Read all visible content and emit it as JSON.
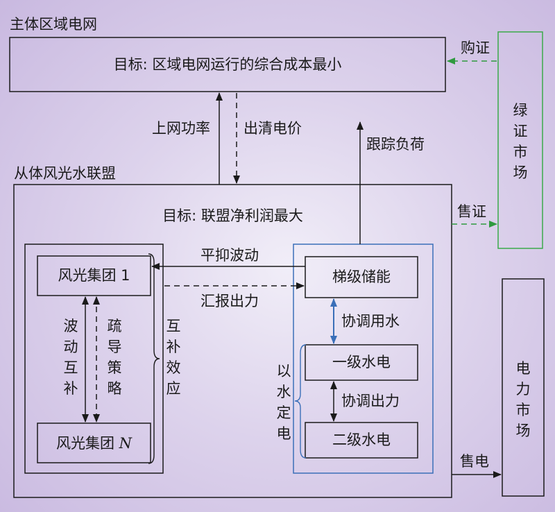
{
  "main_grid": {
    "title": "主体区域电网",
    "goal": "目标: 区域电网运行的综合成本最小"
  },
  "alliance": {
    "title": "从体风光水联盟",
    "goal": "目标: 联盟净利润最大",
    "wind_solar_1": "风光集团 1",
    "wind_solar_n_prefix": "风光集团 ",
    "wind_solar_n_italic": "N",
    "fluctuation_complement": "波动互补",
    "guidance_strategy": "疏导策略",
    "complement_effect": "互补效应",
    "cascade_storage": "梯级储能",
    "hydro_1": "一级水电",
    "hydro_2": "二级水电",
    "water_based": "以水定电",
    "coordinate_water": "协调用水",
    "coordinate_output": "协调出力",
    "smooth_fluctuation": "平抑波动",
    "report_output": "汇报出力"
  },
  "flows": {
    "grid_power": "上网功率",
    "clearing_price": "出清电价",
    "load_tracking": "跟踪负荷",
    "buy_cert": "购证",
    "sell_cert": "售证",
    "sell_power": "售电"
  },
  "markets": {
    "green_cert": "绿证市场",
    "power": "电力市场"
  },
  "colors": {
    "box_border": "#1a1a1a",
    "hydro_group_border": "#3a6fb8",
    "cert_market_border": "#3aaa4a",
    "cert_arrow": "#2f9a3f",
    "water_arrow": "#3a6fb8"
  }
}
